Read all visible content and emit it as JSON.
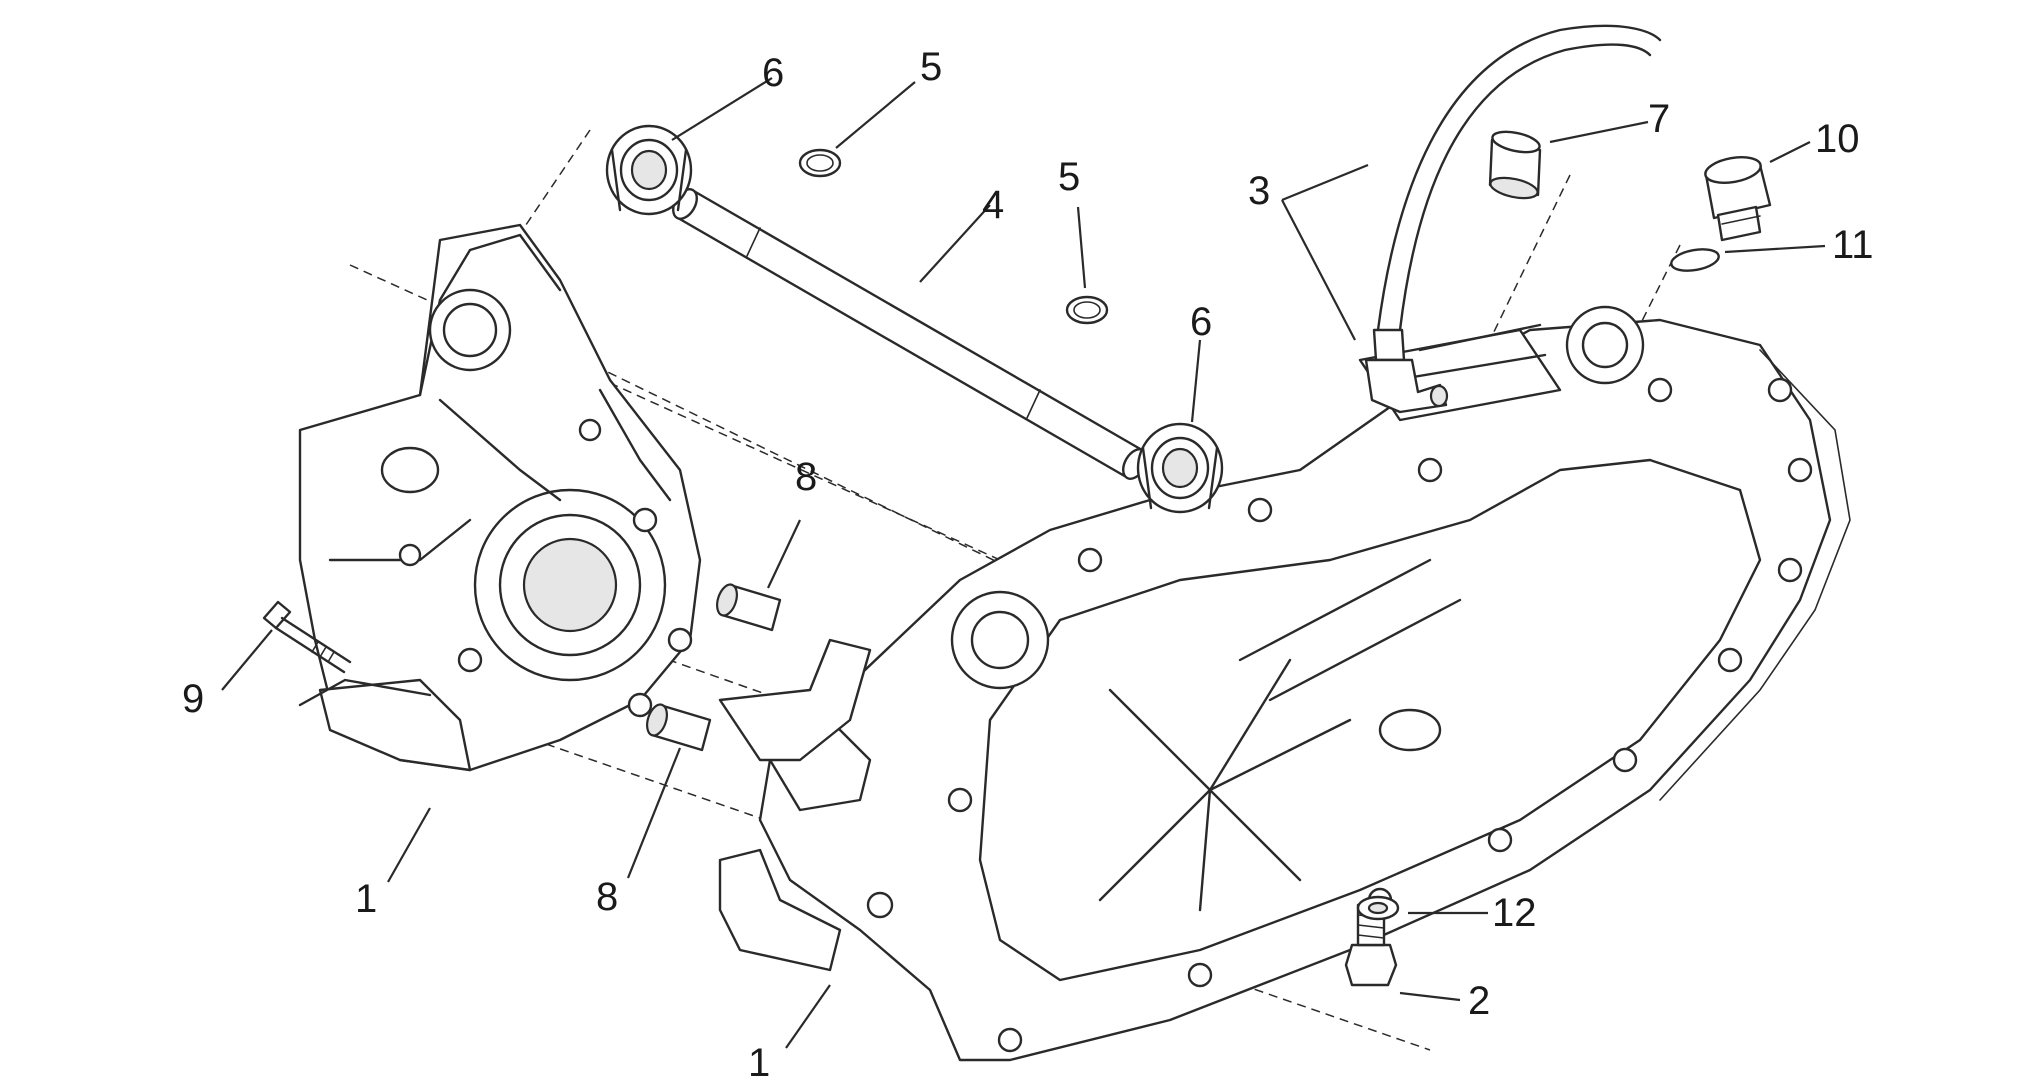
{
  "callouts": {
    "c1a": "1",
    "c1b": "1",
    "c2": "2",
    "c3": "3",
    "c4": "4",
    "c5a": "5",
    "c5b": "5",
    "c6a": "6",
    "c6b": "6",
    "c7": "7",
    "c8a": "8",
    "c8b": "8",
    "c9": "9",
    "c10": "10",
    "c11": "11",
    "c12": "12"
  }
}
